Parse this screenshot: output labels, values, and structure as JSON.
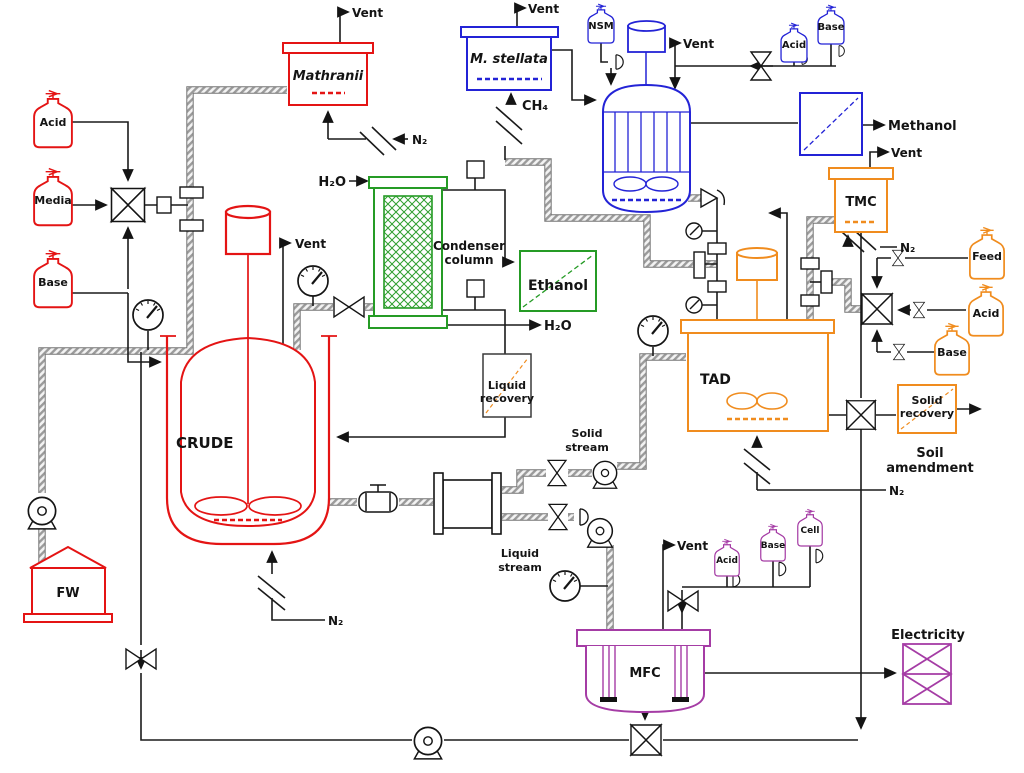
{
  "diagram_type": "process-flow-diagram",
  "labels": {
    "vent": "Vent",
    "n2": "N₂",
    "h2o": "H₂O",
    "ch4": "CH₄",
    "methanol": "Methanol",
    "electricity": "Electricity"
  },
  "vessels": {
    "mathranii": "Mathranii",
    "m_stellata": "M. stellata",
    "crude": "CRUDE",
    "tad": "TAD",
    "tmc": "TMC",
    "mfc": "MFC",
    "fw": "FW"
  },
  "boxes": {
    "condenser": [
      "Condenser",
      "column"
    ],
    "ethanol": "Ethanol",
    "liquid_recovery": [
      "Liquid",
      "recovery"
    ],
    "solid_recovery": [
      "Solid",
      "recovery"
    ],
    "soil_amendment": [
      "Soil",
      "amendment"
    ]
  },
  "streams": {
    "solid_stream": [
      "Solid",
      "stream"
    ],
    "liquid_stream": [
      "Liquid",
      "stream"
    ]
  },
  "bottles": {
    "left": [
      "Acid",
      "Media",
      "Base"
    ],
    "methanotroph": [
      "NSM",
      "Acid",
      "Base"
    ],
    "tad": [
      "Feed",
      "Acid",
      "Base"
    ],
    "mfc": [
      "Acid",
      "Base",
      "Cell"
    ]
  },
  "colors": {
    "red": "#e41414",
    "blue": "#2323d6",
    "green": "#259b25",
    "orange": "#f08c1e",
    "purple": "#a53ca5",
    "line": "#1a1a1a"
  }
}
